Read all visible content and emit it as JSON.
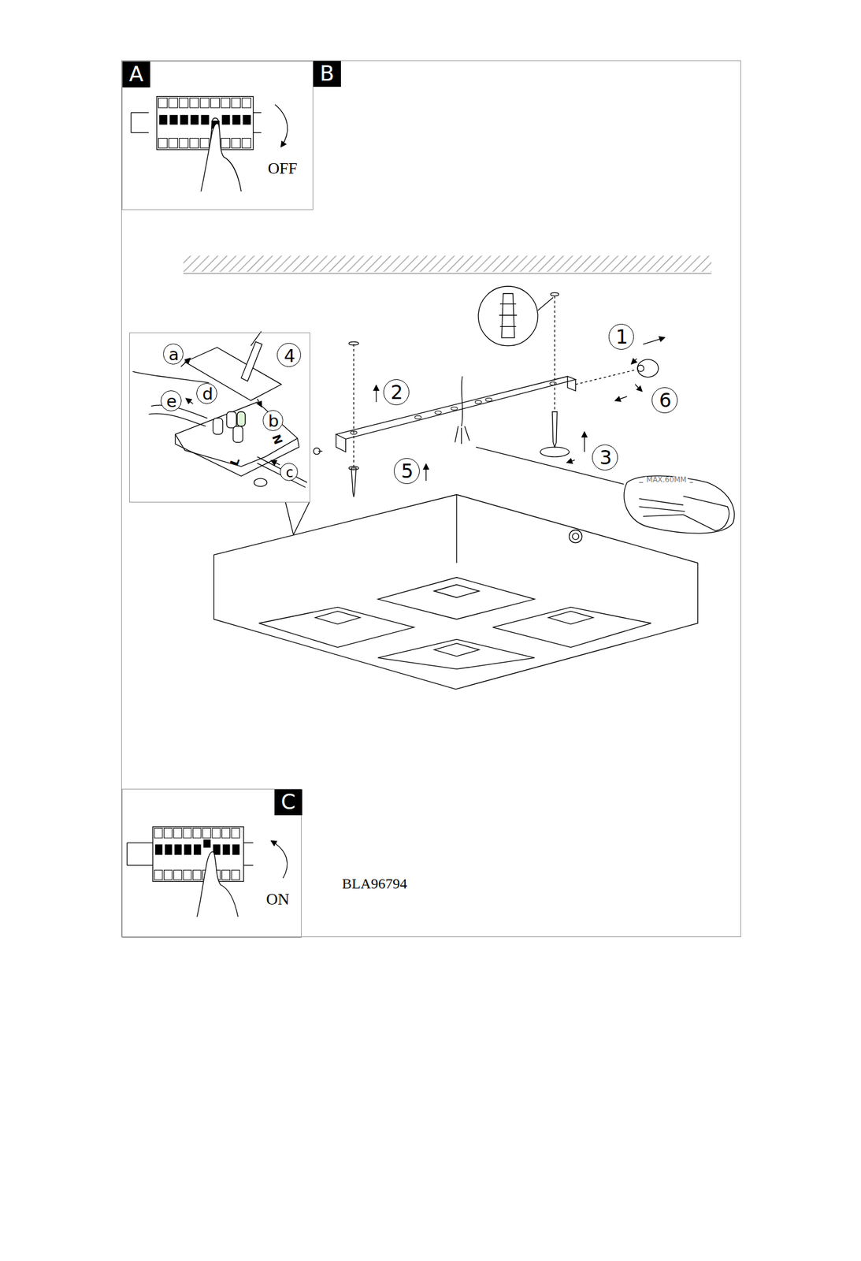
{
  "diagram": {
    "nodes": [
      {
        "text": [
          "B"
        ]
      },
      {
        "text": [
          "A",
          "OFF"
        ],
        "in": 0
      },
      {
        "text": [
          "N",
          "L"
        ],
        "in": 0
      },
      {
        "text": [
          "a"
        ],
        "in": 2
      },
      {
        "text": [
          "4"
        ],
        "in": 2
      },
      {
        "text": [
          "e"
        ],
        "in": 2
      },
      {
        "text": [
          "d"
        ],
        "in": 2
      },
      {
        "text": [
          "b"
        ],
        "in": 2
      },
      {
        "text": [
          "c"
        ],
        "in": 2
      },
      {
        "text": [
          "1"
        ],
        "in": 0
      },
      {
        "text": [
          "2"
        ],
        "in": 0
      },
      {
        "text": [
          "6"
        ],
        "in": 0
      },
      {
        "text": [
          "3"
        ],
        "in": 0
      },
      {
        "text": [
          "5"
        ],
        "in": 0
      },
      {
        "text": [
          "C",
          "ON"
        ],
        "in": 0
      }
    ],
    "labels": [
      "MAX.60MM",
      "BLA96794"
    ]
  }
}
